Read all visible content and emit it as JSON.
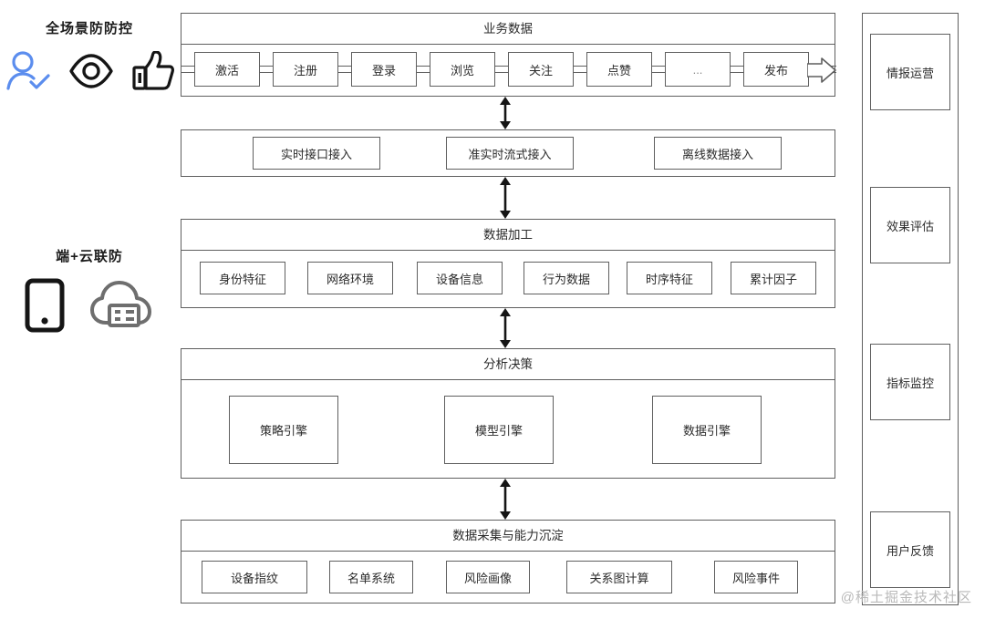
{
  "legend": {
    "groups": [
      {
        "title": "全场景防防控",
        "icons": [
          "user-check-icon",
          "eye-icon",
          "thumbs-up-icon"
        ]
      },
      {
        "title": "端+云联防",
        "icons": [
          "tablet-icon",
          "cloud-server-icon"
        ]
      }
    ]
  },
  "diagram": {
    "bands": [
      {
        "title": "业务数据",
        "nodes": [
          "激活",
          "注册",
          "登录",
          "浏览",
          "关注",
          "点赞",
          "...",
          "发布"
        ],
        "flow_arrow": "right-arrow"
      },
      {
        "title": "",
        "nodes": [
          "实时接口接入",
          "准实时流式接入",
          "离线数据接入"
        ]
      },
      {
        "title": "数据加工",
        "nodes": [
          "身份特征",
          "网络环境",
          "设备信息",
          "行为数据",
          "时序特征",
          "累计因子"
        ]
      },
      {
        "title": "分析决策",
        "nodes": [
          "策略引擎",
          "模型引擎",
          "数据引擎"
        ]
      },
      {
        "title": "数据采集与能力沉淀",
        "nodes": [
          "设备指纹",
          "名单系统",
          "风险画像",
          "关系图计算",
          "风险事件"
        ]
      }
    ],
    "connectors": [
      "double-arrow-vertical",
      "double-arrow-vertical",
      "double-arrow-vertical",
      "double-arrow-vertical"
    ]
  },
  "right_panel": {
    "nodes": [
      "情报运营",
      "效果评估",
      "指标监控",
      "用户反馈"
    ]
  },
  "watermark": "@稀土掘金技术社区",
  "colors": {
    "stroke": "#5f5f5f",
    "text": "#2b2b2b",
    "accent_blue": "#5b8dee",
    "icon_dark": "#151515",
    "icon_gray": "#6e6e6e",
    "watermark": "#b9b9b9"
  }
}
